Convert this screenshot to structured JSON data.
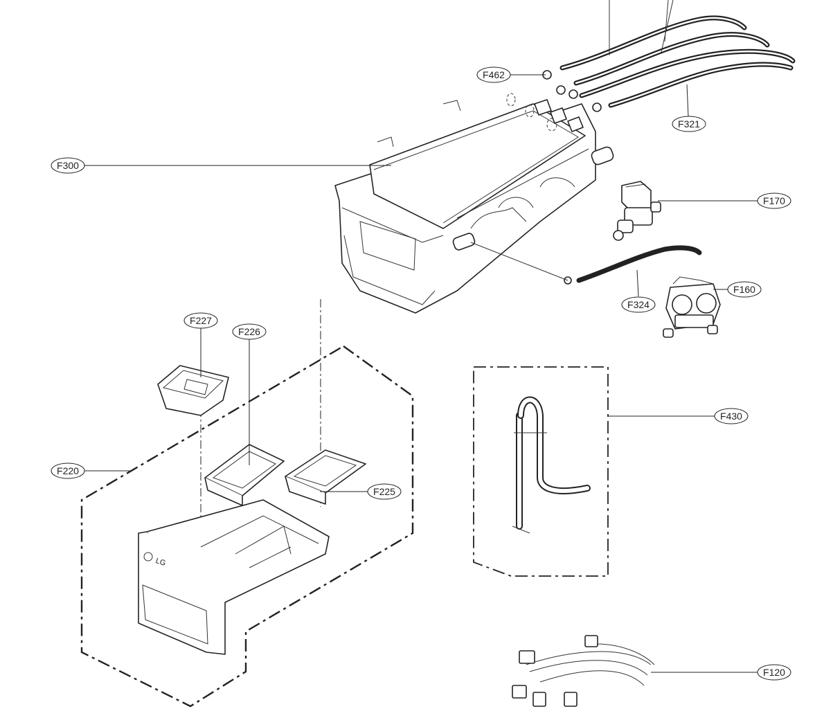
{
  "labels": {
    "F462": "F462",
    "F321": "F321",
    "F300": "F300",
    "F170": "F170",
    "F324": "F324",
    "F160": "F160",
    "F227": "F227",
    "F226": "F226",
    "F220": "F220",
    "F225": "F225",
    "F430": "F430",
    "F120": "F120"
  },
  "logo": {
    "brand": "LG"
  }
}
